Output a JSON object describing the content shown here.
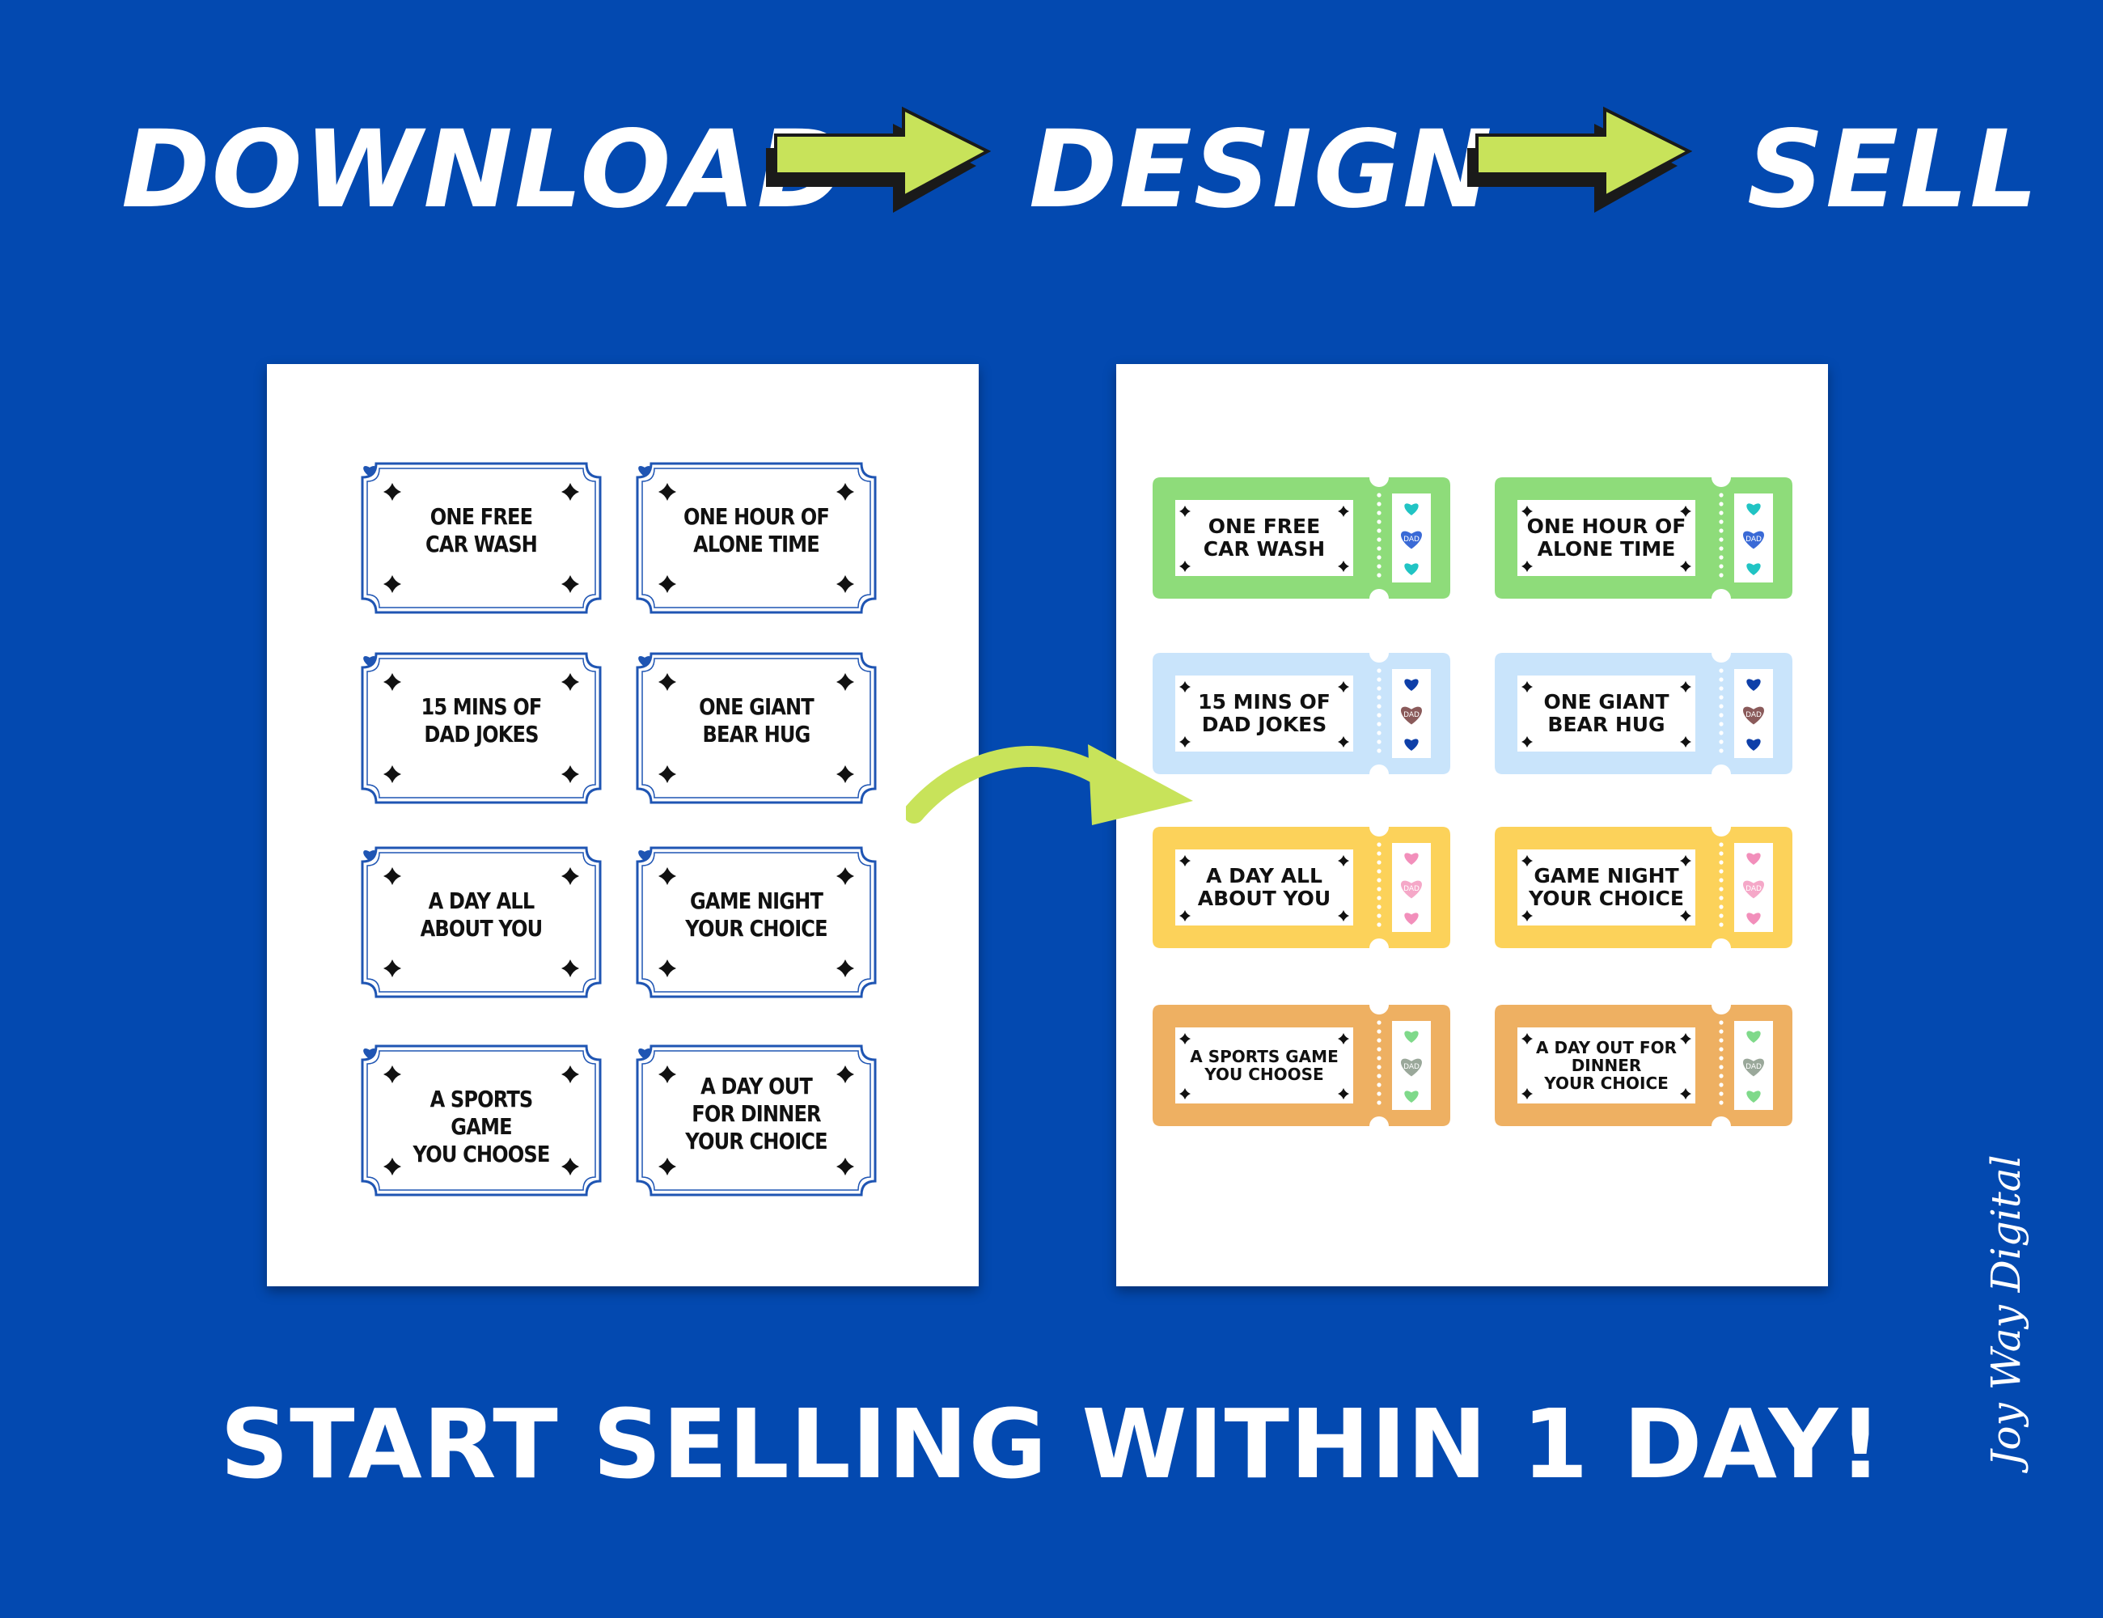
{
  "banner": {
    "step1": "DOWNLOAD",
    "step2": "DESIGN",
    "step3": "SELL",
    "arrow_color": "#c8e35a"
  },
  "plain_sheet": {
    "coupons": [
      {
        "lines": [
          "ONE FREE",
          "CAR WASH"
        ]
      },
      {
        "lines": [
          "ONE HOUR OF",
          "ALONE TIME"
        ]
      },
      {
        "lines": [
          "15 MINS OF",
          "DAD JOKES"
        ]
      },
      {
        "lines": [
          "ONE GIANT",
          "BEAR HUG"
        ]
      },
      {
        "lines": [
          "A DAY ALL",
          "ABOUT YOU"
        ]
      },
      {
        "lines": [
          "GAME NIGHT",
          "YOUR CHOICE"
        ]
      },
      {
        "lines": [
          "A SPORTS GAME",
          "YOU CHOOSE"
        ]
      },
      {
        "lines": [
          "A DAY OUT",
          "FOR DINNER",
          "YOUR CHOICE"
        ]
      }
    ],
    "border_color": "#1f55b3",
    "heart_color": "#1f55b3"
  },
  "color_sheet": {
    "tickets": [
      {
        "lines": [
          "ONE FREE",
          "CAR WASH"
        ],
        "color": "#8edc7a",
        "hearts": [
          "#21c4c4",
          "#3a6ad6",
          "#21c4c4"
        ],
        "stub_label": "DAD"
      },
      {
        "lines": [
          "ONE HOUR OF",
          "ALONE TIME"
        ],
        "color": "#8edc7a",
        "hearts": [
          "#21c4c4",
          "#3a6ad6",
          "#21c4c4"
        ],
        "stub_label": "DAD"
      },
      {
        "lines": [
          "15 MINS OF",
          "DAD JOKES"
        ],
        "color": "#c9e4fb",
        "hearts": [
          "#0e3fa8",
          "#8a5a5a",
          "#0e3fa8"
        ],
        "stub_label": "DAD"
      },
      {
        "lines": [
          "ONE GIANT",
          "BEAR HUG"
        ],
        "color": "#c9e4fb",
        "hearts": [
          "#0e3fa8",
          "#8a5a5a",
          "#0e3fa8"
        ],
        "stub_label": "DAD"
      },
      {
        "lines": [
          "A DAY ALL",
          "ABOUT YOU"
        ],
        "color": "#fcd25a",
        "hearts": [
          "#f28fbb",
          "#f5a8c8",
          "#f28fbb"
        ],
        "stub_label": "DAD"
      },
      {
        "lines": [
          "GAME NIGHT",
          "YOUR CHOICE"
        ],
        "color": "#fcd25a",
        "hearts": [
          "#f28fbb",
          "#f5a8c8",
          "#f28fbb"
        ],
        "stub_label": "DAD"
      },
      {
        "lines": [
          "A SPORTS GAME",
          "YOU CHOOSE"
        ],
        "color": "#eeb062",
        "hearts": [
          "#7fd98a",
          "#9aa89a",
          "#7fd98a"
        ],
        "stub_label": "DAD"
      },
      {
        "lines": [
          "A DAY OUT FOR",
          "DINNER",
          "YOUR CHOICE"
        ],
        "color": "#eeb062",
        "hearts": [
          "#7fd98a",
          "#9aa89a",
          "#7fd98a"
        ],
        "stub_label": "DAD"
      }
    ]
  },
  "caption": "START SELLING WITHIN 1 DAY!",
  "signature": "Joy Way Digital",
  "colors": {
    "background": "#0349b0",
    "accent_arrow": "#c8e35a"
  }
}
